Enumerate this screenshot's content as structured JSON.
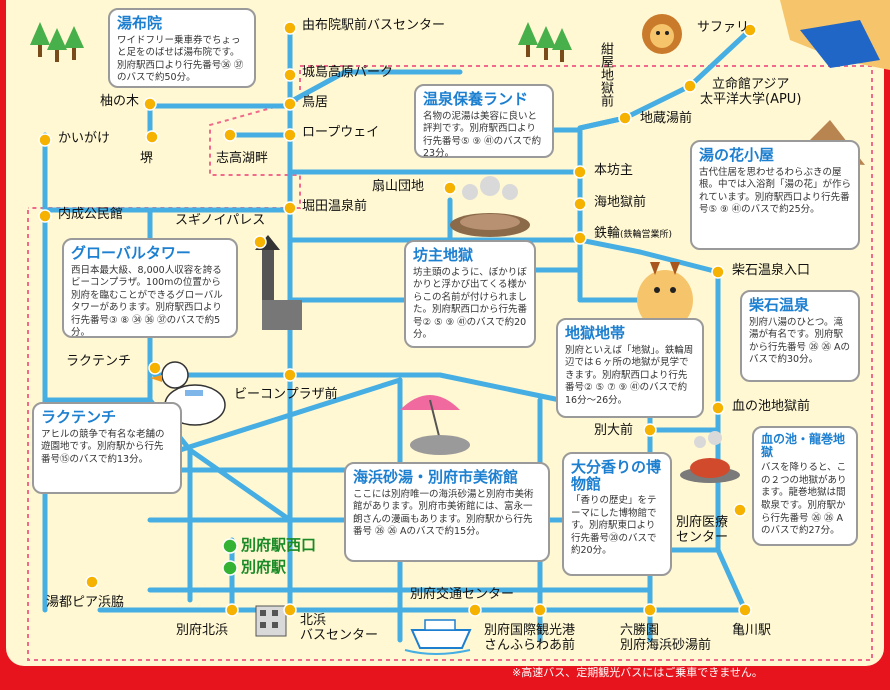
{
  "map": {
    "stops": {
      "yufuin_bus_center": "由布院駅前バスセンター",
      "safari": "サファリ",
      "jonoshima": "城島高原パーク",
      "torii": "鳥居",
      "ropeway": "ロープウェイ",
      "konoki": "柚の木",
      "kaigake": "かいがけ",
      "sakai": "堺",
      "shidakako": "志高湖畔",
      "ritsumeikan": "立命館アジア\n太平洋大学(APU)",
      "konya_jigoku": "紺屋地獄前",
      "jizoyu": "地蔵湯前",
      "honbozu": "本坊主",
      "sensan_danchi": "扇山団地",
      "umi_jigoku": "海地獄前",
      "kannawa": "鉄輪",
      "kannawa_sub": "(鉄輪営業所)",
      "hotta_onsen": "堀田温泉前",
      "naijo_kominkan": "内成公民館",
      "suginoi": "スギノイパレス",
      "rakutenchi": "ラクテンチ",
      "beacon": "ビーコンプラザ前",
      "shiraishi_iriguchi": "柴石温泉入口",
      "chinoike": "血の池地獄前",
      "beppu_daimae": "別大前",
      "beppu_iryo": "別府医療\nセンター",
      "beppu_nishiguchi": "別府駅西口",
      "beppu_eki": "別府駅",
      "yuto_hia": "湯都ピア浜脇",
      "beppu_kitahama": "別府北浜",
      "kitahama_bus": "北浜\nバスセンター",
      "beppu_kotsu": "別府交通センター",
      "kokusai_kanko": "別府国際観光港\nさんふらわあ前",
      "rokushoen": "六勝園\n別府海浜砂湯前",
      "kamegawa": "亀川駅"
    },
    "boxes": {
      "yufuin": {
        "title": "湯布院",
        "body": "ワイドフリー乗車券でちょっと足をのばせば湯布院です。別府駅西口より行先番号㊱ ㊲のバスで約50分。"
      },
      "onsen_hoyo": {
        "title": "温泉保養ランド",
        "body": "名物の泥湯は美容に良いと評判です。別府駅西口より行先番号⑤ ⑨ ㊶のバスで約23分。"
      },
      "yunohana": {
        "title": "湯の花小屋",
        "body": "古代住居を思わせるわらぶきの屋根。中では入浴剤「湯の花」が作られています。別府駅西口より行先番号⑤ ⑨ ㊶のバスで約25分。"
      },
      "global_tower": {
        "title": "グローバルタワー",
        "body": "西日本最大級、8,000人収容を誇るビーコンプラザ。100mの位置から別府を臨むことができるグローバルタワーがあります。別府駅西口より行先番号③ ⑧ ㉞ ㊱ ㊲のバスで約5分。"
      },
      "bozu": {
        "title": "坊主地獄",
        "body": "坊主頭のように、ぼかりぼかりと浮かび出てくる様からこの名前が付けられました。別府駅西口から行先番号② ⑤ ⑨ ㊶のバスで約20分。"
      },
      "jigoku_chitai": {
        "title": "地獄地帯",
        "body": "別府といえば「地獄」。鉄輪周辺では６ヶ所の地獄が見学できます。別府駅西口より行先番号② ⑤ ⑦ ⑨ ㊶のバスで約16分～26分。"
      },
      "shiraishi": {
        "title": "柴石温泉",
        "body": "別府八湯のひとつ。滝湯が有名です。別府駅から行先番号 ㉖ ㉖ Aのバスで約30分。"
      },
      "rakutenchi": {
        "title": "ラクテンチ",
        "body": "アヒルの競争で有名な老舗の遊園地です。別府駅から行先番号⑮のバスで約13分。"
      },
      "kaihin": {
        "title": "海浜砂湯・別府市美術館",
        "body": "ここには別府唯一の海浜砂湯と別府市美術館があります。別府市美術館には、富永一朗さんの漫画もあります。別府駅から行先番号 ㉖ ㉖ Aのバスで約15分。"
      },
      "oita_kaori": {
        "title": "大分香りの博物館",
        "body": "「香りの歴史」をテーマにした博物館です。別府駅東口より行先番号⑳のバスで約20分。"
      },
      "chinoike": {
        "title": "血の池・龍巻地獄",
        "body": "バスを降りると、この２つの地獄があります。龍巻地獄は間歇泉です。別府駅から行先番号 ㉖ ㉖ Aのバスで約27分。"
      }
    },
    "footnote": "※高速バス、定期観光バスにはご乗車できません。",
    "colors": {
      "road": "#46aee3",
      "stop": "#f5b200",
      "frame": "#e8141d",
      "background": "#fff8d2",
      "title": "#1c7fd0",
      "station": "#34b233"
    },
    "icons": [
      "tree-icon",
      "lion-icon",
      "onsen-icon",
      "tower-icon",
      "duck-icon",
      "umbrella-icon",
      "oni-icon",
      "hut-icon",
      "ship-icon",
      "building-icon"
    ]
  }
}
